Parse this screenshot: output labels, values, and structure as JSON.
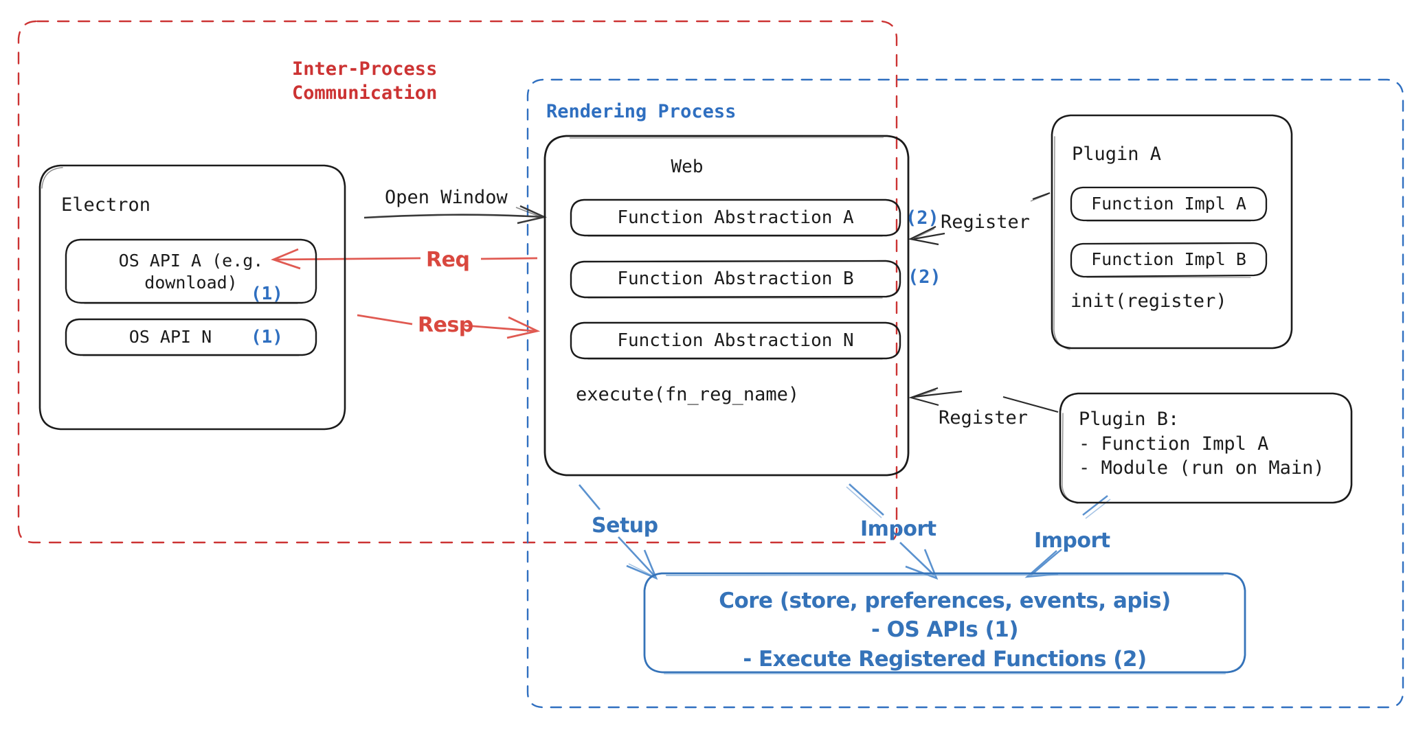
{
  "diagram": {
    "title": "Electron plugin architecture",
    "colors": {
      "ipc_red": "#cc3333",
      "process_blue": "#2f6fc0",
      "core_blue": "#3573b9",
      "node_black": "#1b1b1b",
      "background": "#ffffff"
    }
  },
  "regions": {
    "ipc": {
      "label": "Inter-Process\nCommunication",
      "style": "dashed",
      "color": "#cc3333"
    },
    "rendering": {
      "label": "Rendering Process",
      "style": "dashed",
      "color": "#2f6fc0"
    }
  },
  "nodes": {
    "electron": {
      "title": "Electron",
      "items": [
        {
          "label": "OS API A (e.g.\ndownload)",
          "marker": "(1)"
        },
        {
          "label": "OS API N",
          "marker": "(1)"
        }
      ]
    },
    "web": {
      "title": "Web",
      "items": [
        {
          "label": "Function Abstraction A",
          "marker": "(2)"
        },
        {
          "label": "Function Abstraction B",
          "marker": "(2)"
        },
        {
          "label": "Function Abstraction N",
          "marker": ""
        }
      ],
      "footer": "execute(fn_reg_name)"
    },
    "plugin_a": {
      "title": "Plugin A",
      "items": [
        {
          "label": "Function Impl A"
        },
        {
          "label": "Function Impl B"
        }
      ],
      "footer": "init(register)"
    },
    "plugin_b": {
      "lines": [
        "Plugin B:",
        "- Function Impl A",
        "- Module (run on Main)"
      ]
    },
    "core": {
      "lines": [
        "Core (store, preferences, events, apis)",
        "- OS APIs (1)",
        "- Execute Registered Functions (2)"
      ]
    }
  },
  "edges": [
    {
      "id": "open-window",
      "label": "Open Window",
      "color": "#1b1b1b",
      "from": "electron",
      "to": "web"
    },
    {
      "id": "req",
      "label": "Req",
      "color": "#cc3333",
      "from": "web",
      "to": "electron"
    },
    {
      "id": "resp",
      "label": "Resp",
      "color": "#cc3333",
      "from": "electron",
      "to": "web"
    },
    {
      "id": "register-a",
      "label": "Register",
      "color": "#1b1b1b",
      "from": "plugin_a",
      "to": "web"
    },
    {
      "id": "register-b",
      "label": "Register",
      "color": "#1b1b1b",
      "from": "plugin_b",
      "to": "web"
    },
    {
      "id": "setup",
      "label": "Setup",
      "color": "#4a86c8",
      "from": "web",
      "to": "core"
    },
    {
      "id": "import-web",
      "label": "Import",
      "color": "#4a86c8",
      "from": "web",
      "to": "core"
    },
    {
      "id": "import-plugin",
      "label": "Import",
      "color": "#4a86c8",
      "from": "plugin_b",
      "to": "core"
    }
  ]
}
